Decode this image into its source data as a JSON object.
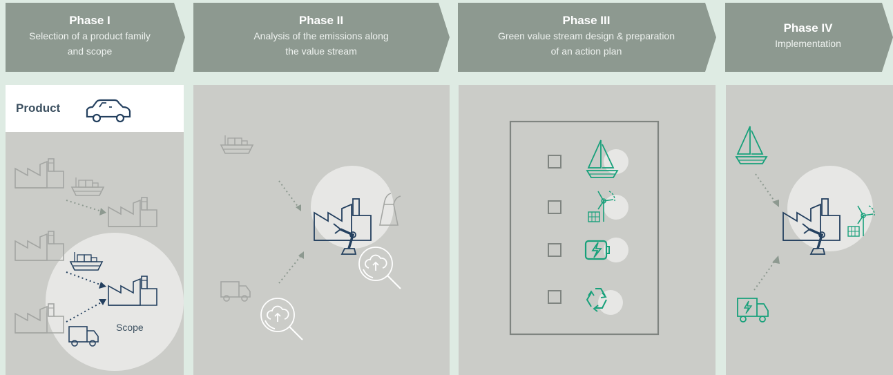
{
  "phases": [
    {
      "title": "Phase I",
      "subtitle_line1": "Selection of a product family",
      "subtitle_line2": "and scope"
    },
    {
      "title": "Phase II",
      "subtitle_line1": "Analysis of the emissions along",
      "subtitle_line2": "the value stream"
    },
    {
      "title": "Phase III",
      "subtitle_line1": "Green value stream design & preparation",
      "subtitle_line2": "of an action plan"
    },
    {
      "title": "Phase IV",
      "subtitle_line1": "Implementation",
      "subtitle_line2": ""
    }
  ],
  "product": {
    "label": "Product",
    "icon": "car-icon"
  },
  "scope": {
    "label": "Scope"
  },
  "colors": {
    "background": "#deebe3",
    "header": "#8d9990",
    "panel": "#cbccc8",
    "navy": "#24405f",
    "green": "#17a07a",
    "grey_icon": "#9a9c99"
  },
  "checklist_icons": [
    "sailboat-icon",
    "wind-solar-icon",
    "battery-charge-icon",
    "recycle-icon"
  ]
}
